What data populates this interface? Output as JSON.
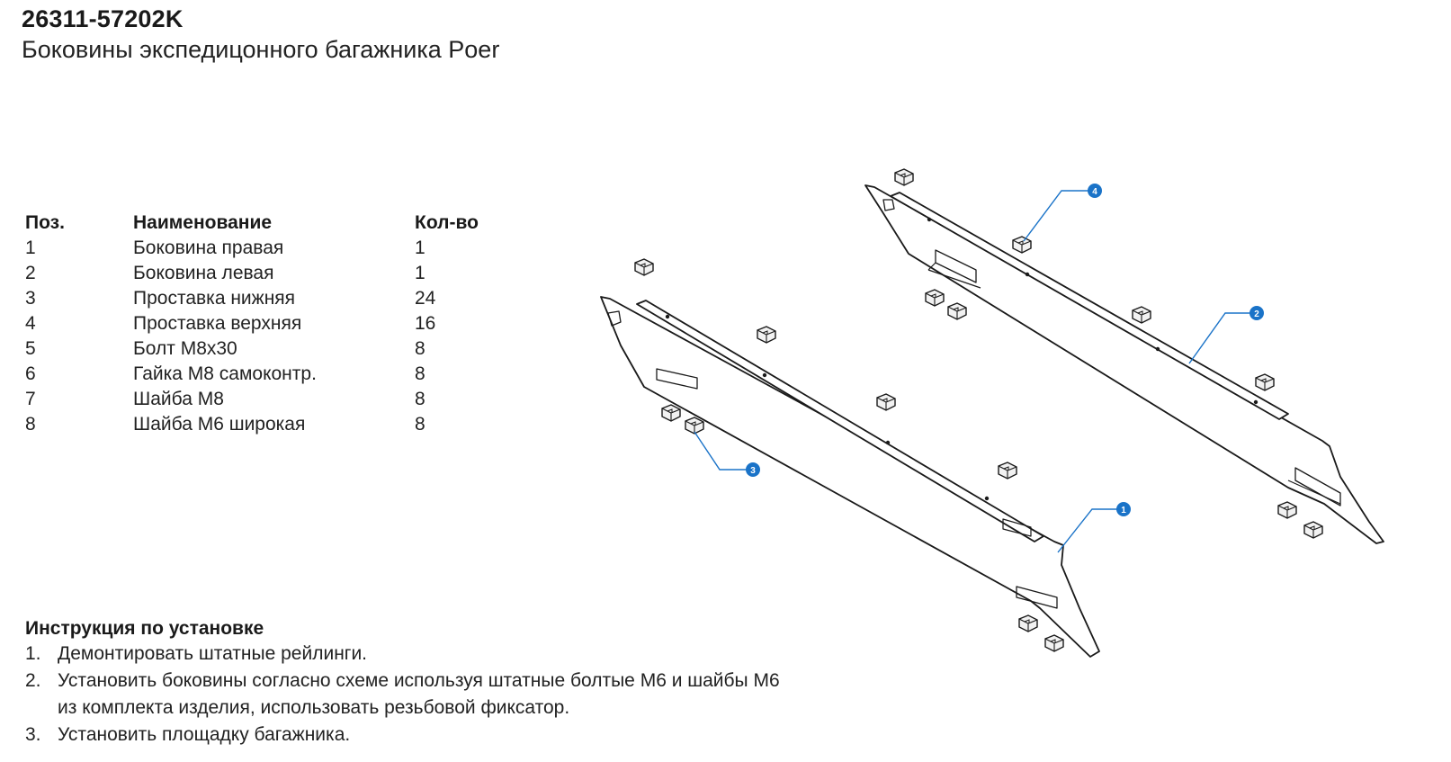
{
  "header": {
    "part_number": "26311-57202K",
    "title": "Боковины экспедицонного багажника Poer"
  },
  "parts_table": {
    "headers": {
      "pos": "Поз.",
      "name": "Наименование",
      "qty": "Кол-во"
    },
    "rows": [
      {
        "pos": "1",
        "name": "Боковина правая",
        "qty": "1"
      },
      {
        "pos": "2",
        "name": "Боковина левая",
        "qty": "1"
      },
      {
        "pos": "3",
        "name": "Проставка нижняя",
        "qty": "24"
      },
      {
        "pos": "4",
        "name": "Проставка верхняя",
        "qty": "16"
      },
      {
        "pos": "5",
        "name": "Болт M8x30",
        "qty": "8"
      },
      {
        "pos": "6",
        "name": "Гайка M8 самоконтр.",
        "qty": "8"
      },
      {
        "pos": "7",
        "name": "Шайба M8",
        "qty": "8"
      },
      {
        "pos": "8",
        "name": "Шайба M6 широкая",
        "qty": "8"
      }
    ]
  },
  "instructions": {
    "title": "Инструкция по установке",
    "steps": [
      {
        "num": "1.",
        "text": "Демонтировать штатные рейлинги."
      },
      {
        "num": "2.",
        "text": "Установить боковины согласно схеме используя штатные болтые M6 и шайбы M6 из комплекта изделия, использовать резьбовой фиксатор."
      },
      {
        "num": "3.",
        "text": "Установить площадку багажника."
      }
    ]
  },
  "callouts": [
    "1",
    "2",
    "3",
    "4"
  ],
  "colors": {
    "callout": "#1a73c8",
    "line": "#1a1a1a"
  }
}
